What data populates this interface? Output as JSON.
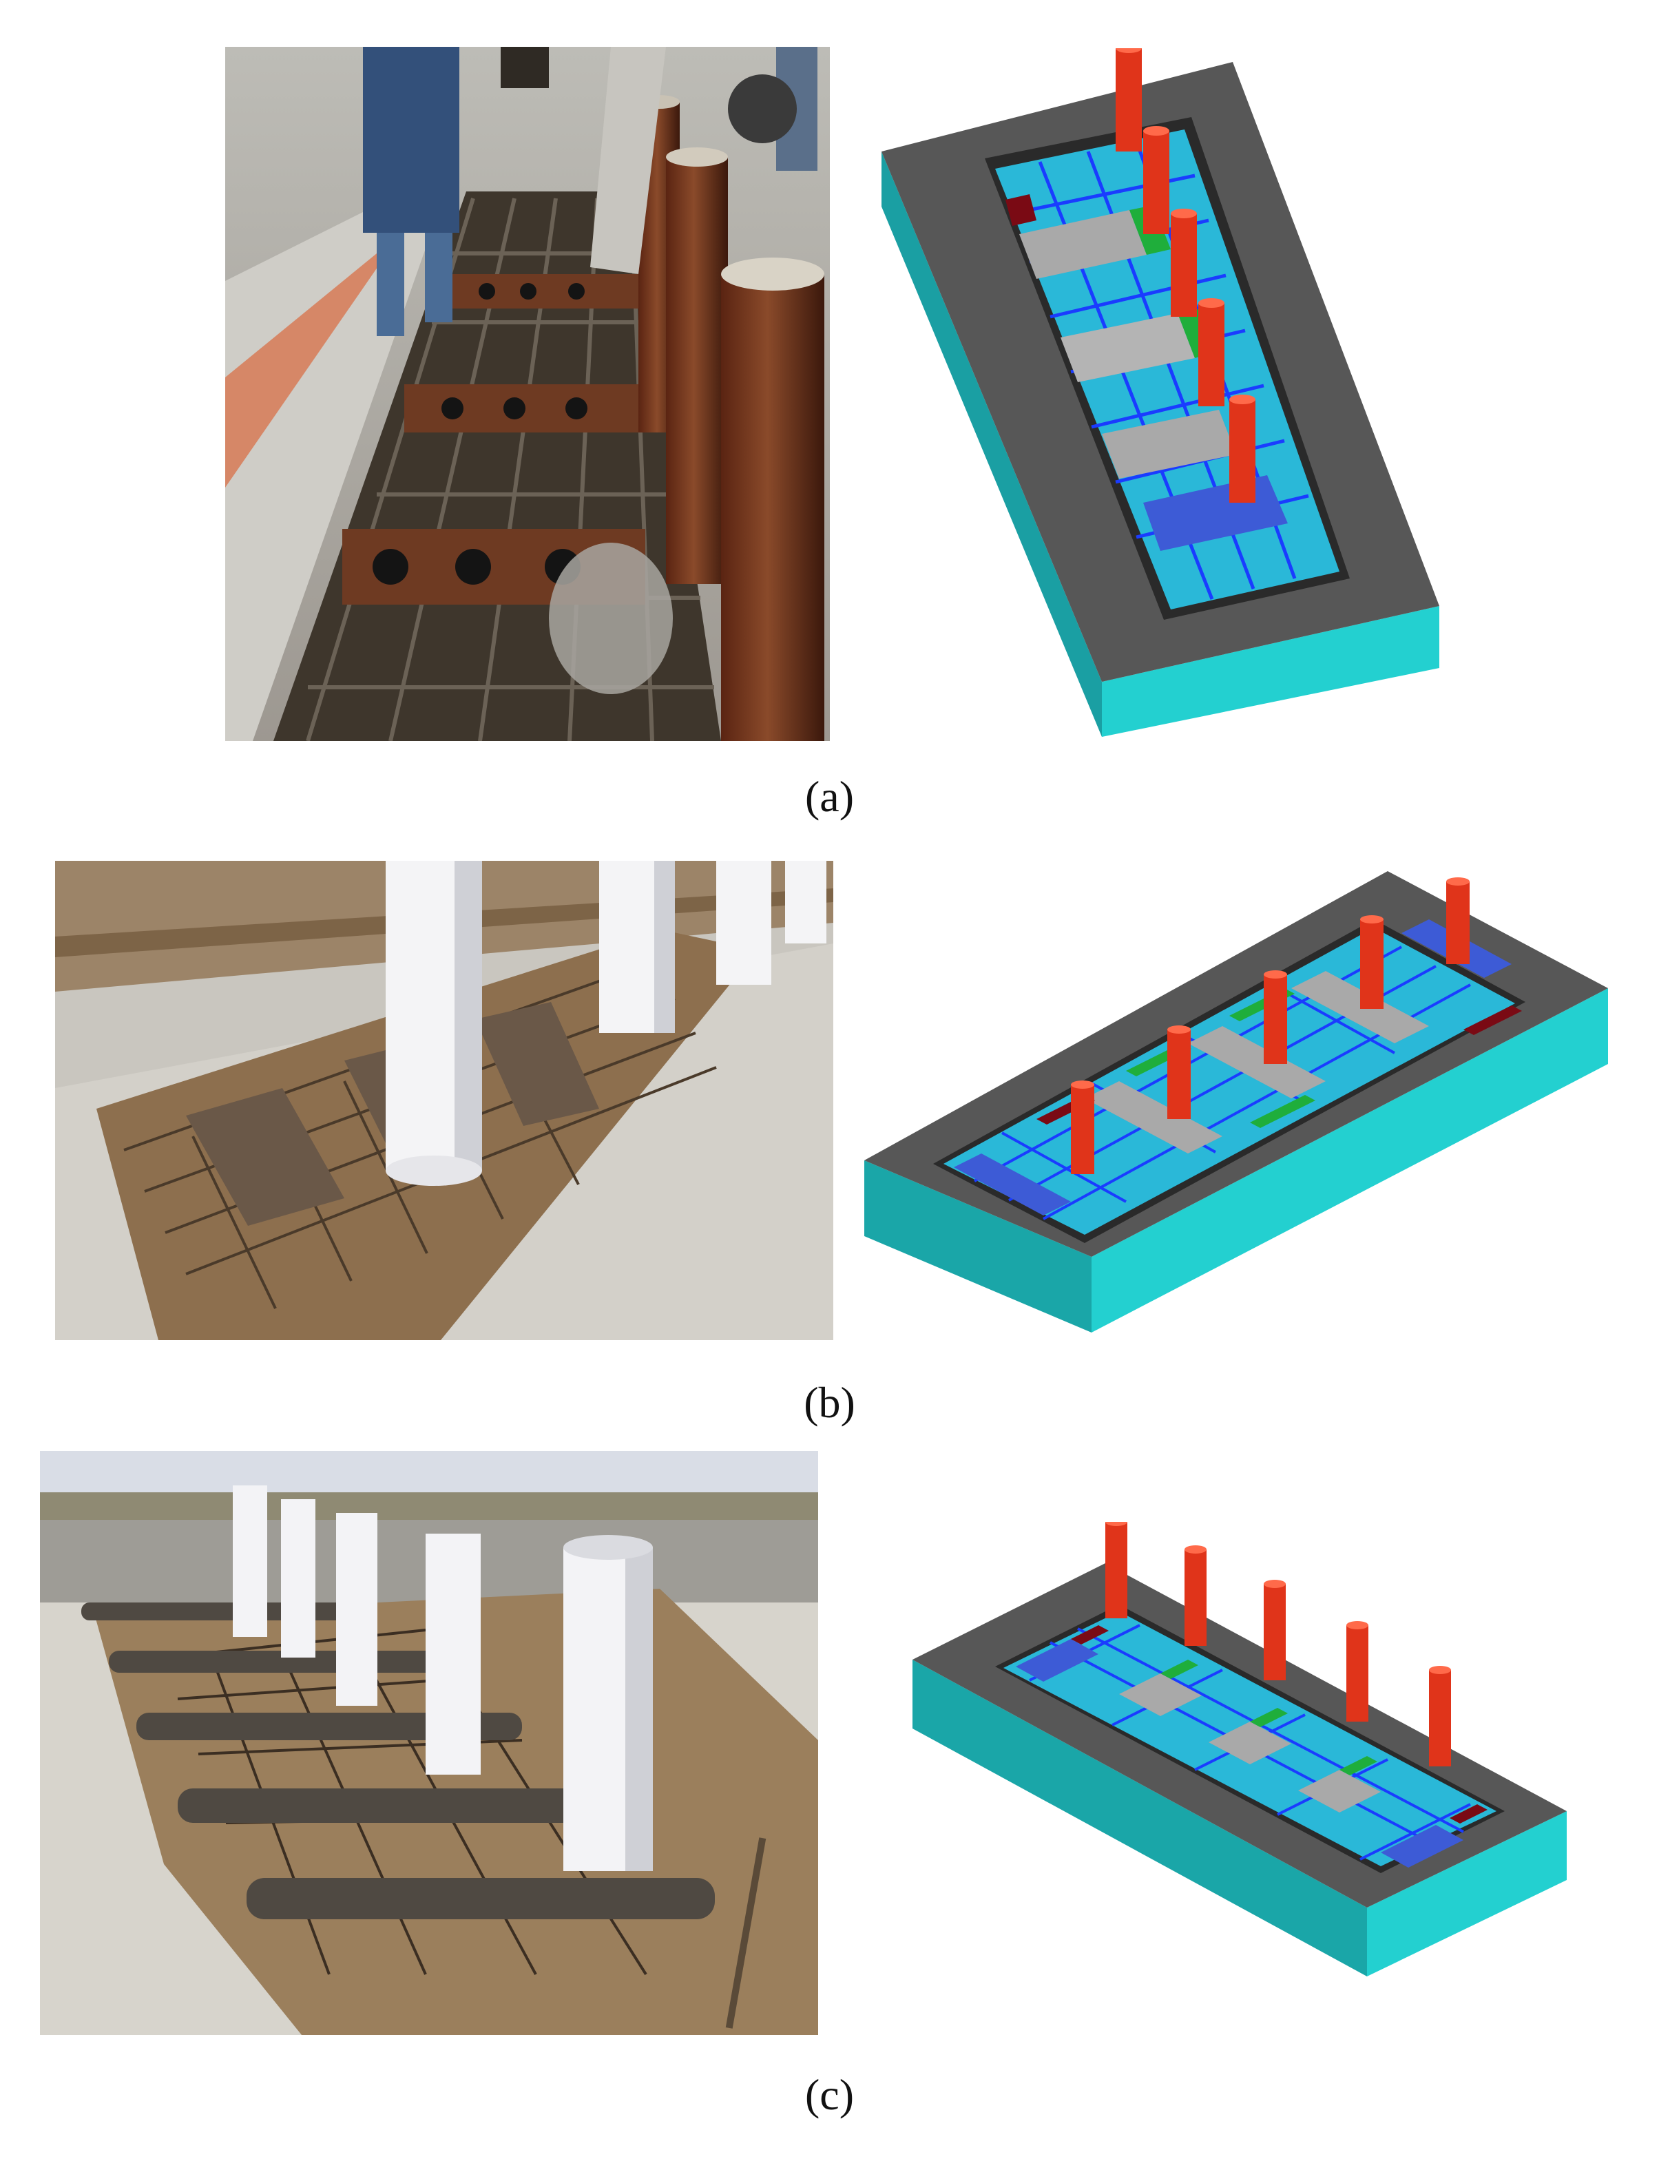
{
  "figure": {
    "captions": [
      "(a)",
      "(b)",
      "(c)"
    ]
  },
  "colors": {
    "concrete_top": "#5a5a5a",
    "slab_side": "#1fc9c9",
    "rebar_blue": "#1a3cff",
    "cell_cyan": "#2ab8d8",
    "pile_red": "#e0341a",
    "plate_green": "#1fae3b",
    "plate_darkred": "#7a0a14",
    "plate_gray": "#a9a9a9"
  }
}
